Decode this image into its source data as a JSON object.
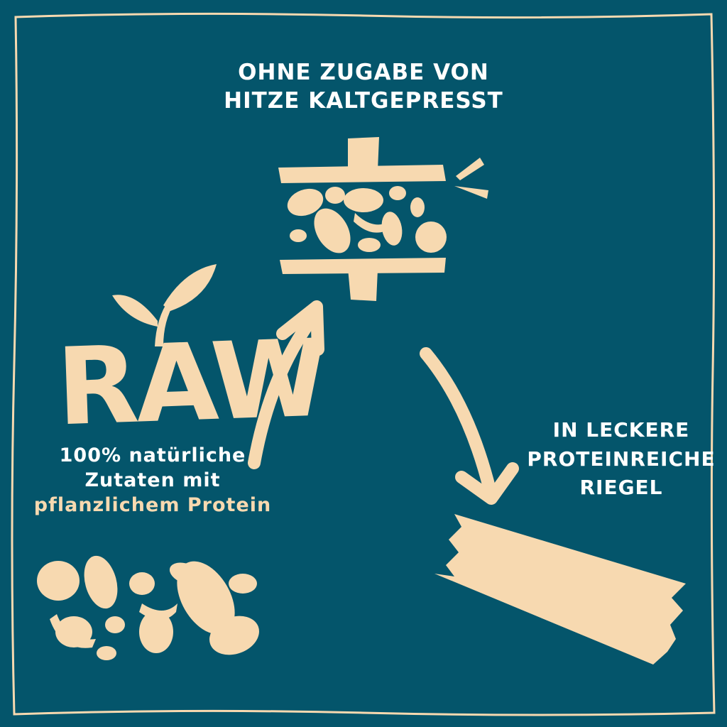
{
  "colors": {
    "background": "#04556b",
    "accent": "#f7d9b0",
    "text": "#ffffff"
  },
  "top_caption": {
    "line1": "ohne Zugabe von",
    "line2": "Hitze kaltgepresst"
  },
  "raw_label": "RAW",
  "left_caption": {
    "line1": "100% natürliche",
    "line2": "Zutaten mit",
    "line3": "pflanzlichem Protein"
  },
  "right_caption": {
    "line1": "in leckere",
    "line2": "proteinreiche",
    "line3": "Riegel"
  },
  "icons": [
    "frame-border-icon",
    "press-icon",
    "sprout-icon",
    "arrow-up-icon",
    "arrow-down-icon",
    "nuts-icon",
    "bar-icon"
  ]
}
